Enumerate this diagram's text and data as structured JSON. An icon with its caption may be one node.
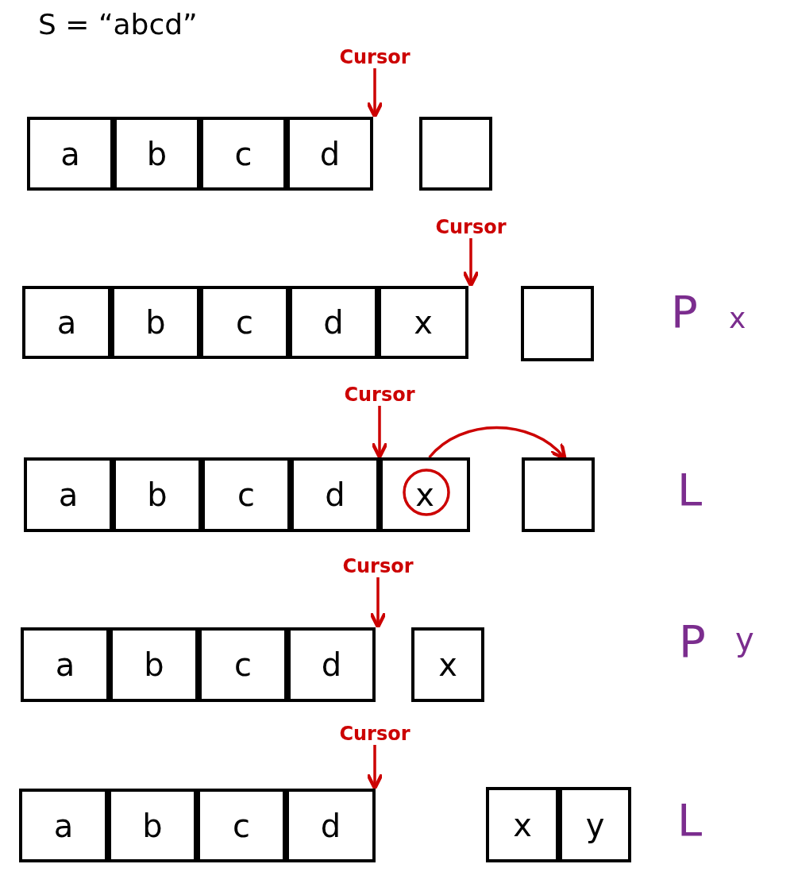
{
  "diagram": {
    "nodes": [
      {
        "text": [
          "Cursor"
        ]
      },
      {
        "text": [
          "a"
        ]
      },
      {
        "text": [
          "b"
        ]
      },
      {
        "text": [
          "c"
        ]
      },
      {
        "text": [
          "d"
        ]
      },
      {
        "text": [],
        "shape": "box"
      },
      {
        "text": [
          "Cursor"
        ]
      },
      {
        "text": [
          "a"
        ]
      },
      {
        "text": [
          "b"
        ]
      },
      {
        "text": [
          "c"
        ]
      },
      {
        "text": [
          "d"
        ]
      },
      {
        "text": [
          "x"
        ]
      },
      {
        "text": [],
        "shape": "box"
      },
      {
        "text": [
          "Cursor"
        ]
      },
      {
        "text": [
          "a"
        ]
      },
      {
        "text": [
          "b"
        ]
      },
      {
        "text": [
          "c"
        ]
      },
      {
        "text": [
          "d"
        ]
      },
      {
        "text": [
          "x"
        ]
      },
      {
        "text": [],
        "shape": "box"
      },
      {
        "text": [
          "Cursor"
        ]
      },
      {
        "text": [
          "a"
        ]
      },
      {
        "text": [
          "b"
        ]
      },
      {
        "text": [
          "c"
        ]
      },
      {
        "text": [
          "d"
        ]
      },
      {
        "text": [
          "x"
        ]
      },
      {
        "text": [
          "Cursor"
        ]
      },
      {
        "text": [
          "a"
        ]
      },
      {
        "text": [
          "b"
        ]
      },
      {
        "text": [
          "c"
        ]
      },
      {
        "text": [
          "d"
        ]
      },
      {
        "text": [
          "x"
        ]
      },
      {
        "text": [
          "y"
        ]
      }
    ],
    "edges": [
      {
        "from": 0,
        "to": 4,
        "arrow": "to"
      },
      {
        "from": 6,
        "to": 11,
        "arrow": "to"
      },
      {
        "from": 13,
        "to": 17,
        "arrow": "to"
      },
      {
        "from": 18,
        "to": 19,
        "arrow": "to"
      },
      {
        "from": 20,
        "to": 24,
        "arrow": "to"
      },
      {
        "from": 26,
        "to": 30,
        "arrow": "to"
      }
    ],
    "labels": [
      "S = “abcd”",
      "P",
      "x",
      "L",
      "P",
      "y",
      "L"
    ]
  }
}
